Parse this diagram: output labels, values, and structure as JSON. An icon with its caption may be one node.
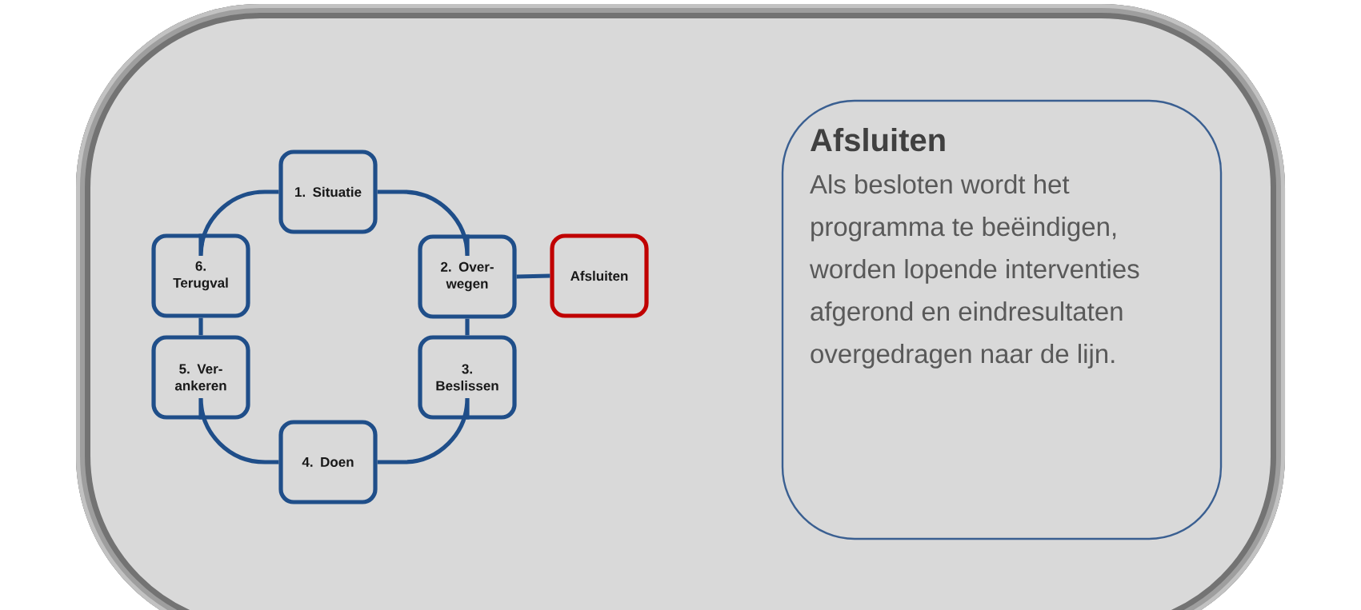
{
  "diagram": {
    "nodes": [
      {
        "text": [
          "1. Situatie"
        ]
      },
      {
        "text": [
          "2. Over- wegen"
        ]
      },
      {
        "text": [
          "3. Beslissen"
        ]
      },
      {
        "text": [
          "4. Doen"
        ]
      },
      {
        "text": [
          "5. Ver- ankeren"
        ]
      },
      {
        "text": [
          "6. Terugval"
        ]
      },
      {
        "text": [
          "Afsluiten"
        ]
      },
      {
        "text": [
          "Afsluiten",
          "Als besloten wordt het programma te beëindigen, worden lopende interventies afgerond en eindresultaten overgedragen naar de lijn."
        ]
      }
    ],
    "edges": [
      {
        "from": 0,
        "to": 1,
        "arrow": "none"
      },
      {
        "from": 1,
        "to": 2,
        "arrow": "none"
      },
      {
        "from": 2,
        "to": 3,
        "arrow": "none"
      },
      {
        "from": 3,
        "to": 4,
        "arrow": "none"
      },
      {
        "from": 4,
        "to": 5,
        "arrow": "none"
      },
      {
        "from": 5,
        "to": 0,
        "arrow": "none"
      },
      {
        "from": 1,
        "to": 6,
        "arrow": "none"
      }
    ]
  }
}
